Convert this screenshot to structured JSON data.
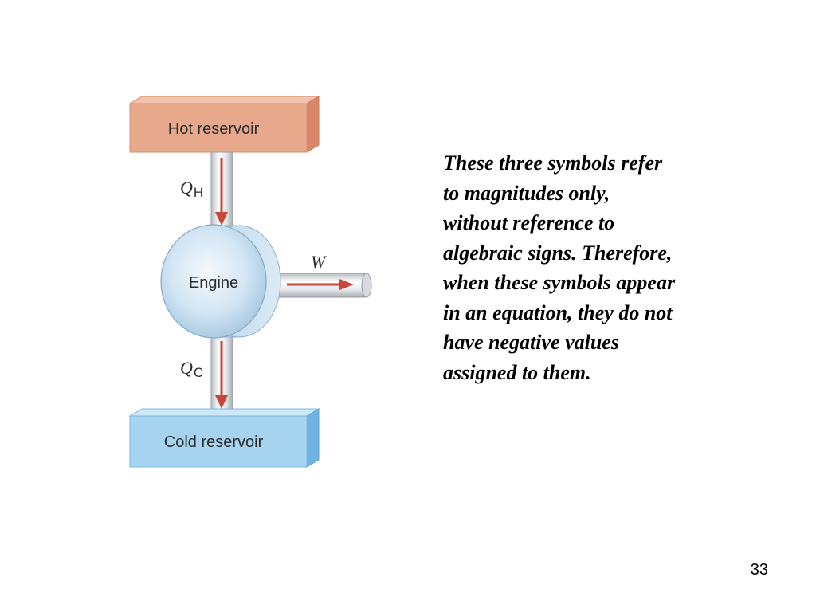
{
  "diagram": {
    "hot_reservoir_label": "Hot reservoir",
    "cold_reservoir_label": "Cold reservoir",
    "engine_label": "Engine",
    "heat_in_symbol": "Q",
    "heat_in_subscript": "H",
    "heat_out_symbol": "Q",
    "heat_out_subscript": "C",
    "work_symbol": "W",
    "colors": {
      "hot_reservoir": "#e8a88c",
      "cold_reservoir": "#a6d4f0",
      "arrow": "#c8463a",
      "engine": "#c5def0"
    }
  },
  "text": {
    "lines": [
      "These three symbols refer",
      "to magnitudes only,",
      "without reference to",
      "algebraic signs. Therefore,",
      "when these symbols appear",
      "in an equation, they do not",
      "have negative values",
      "assigned to them."
    ]
  },
  "page_number": "33"
}
